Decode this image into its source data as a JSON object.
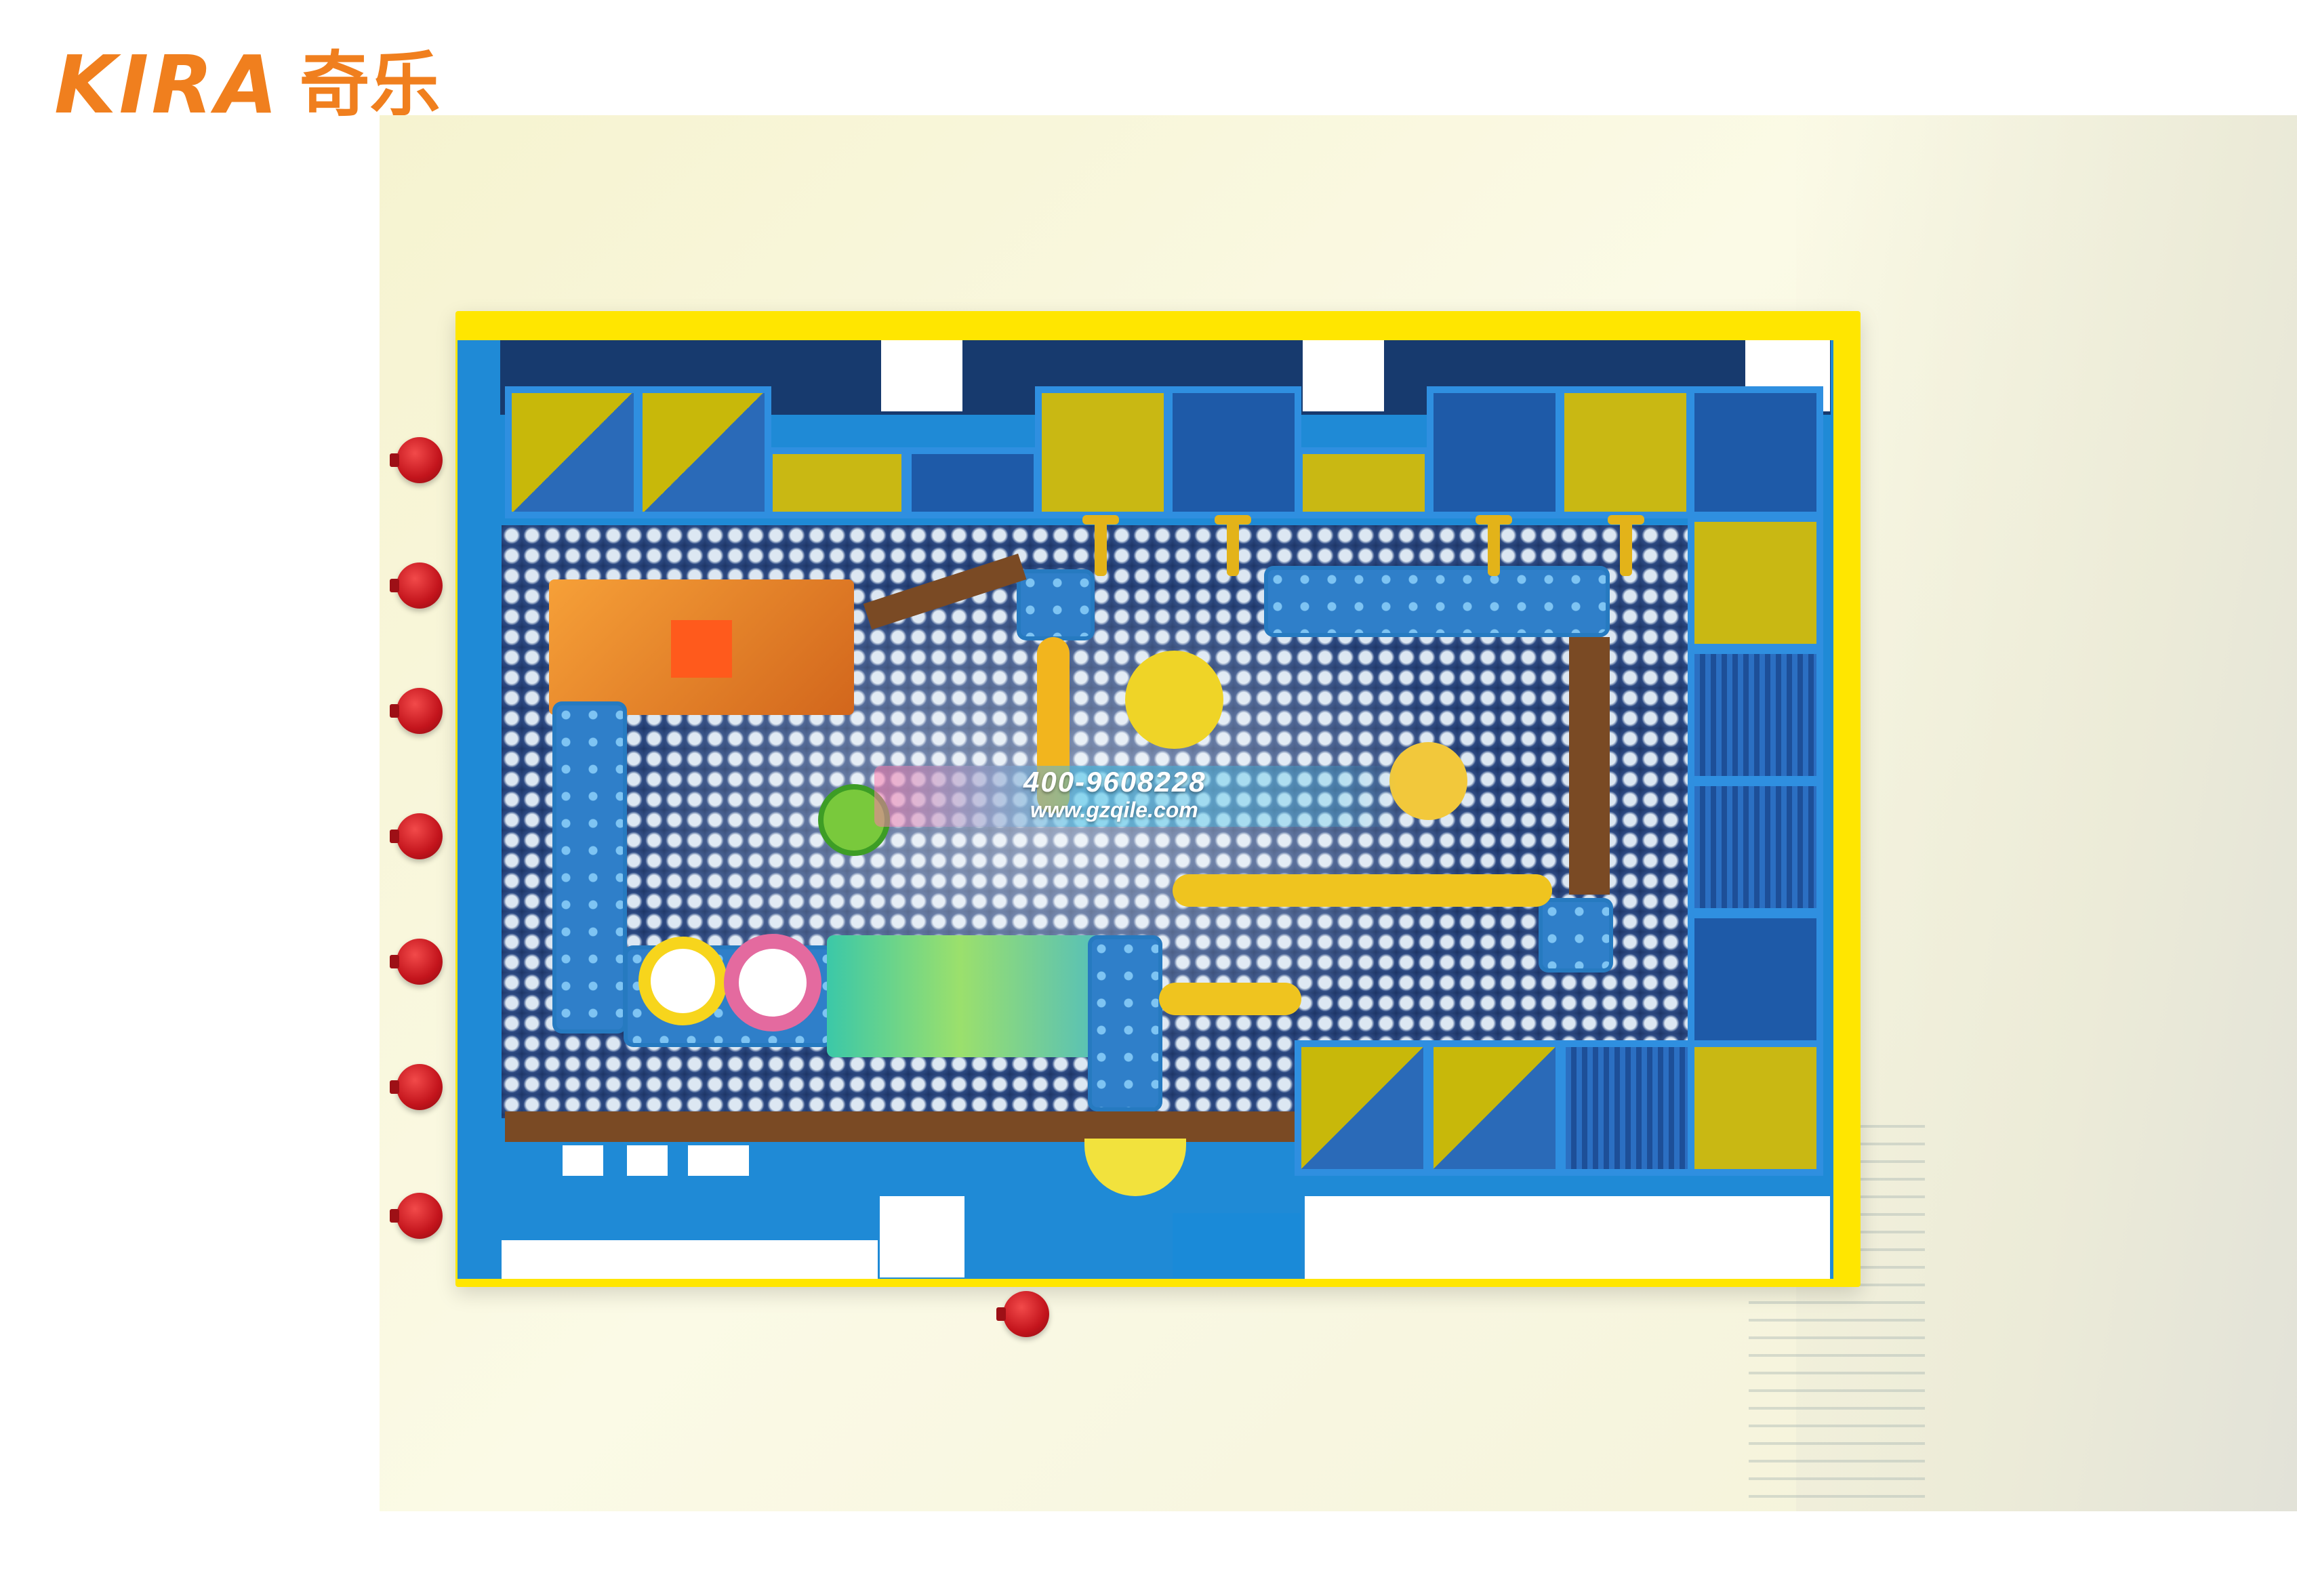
{
  "brand": {
    "logo_latin": "KIRA",
    "logo_cjk": "奇乐"
  },
  "watermark": {
    "phone": "400-9608228",
    "url": "www.gzqile.com"
  },
  "colors": {
    "brand_orange": "#f07f1e",
    "frame_yellow": "#ffe600",
    "wall_blue": "#1f8ad6",
    "post_red": "#c3141c"
  }
}
